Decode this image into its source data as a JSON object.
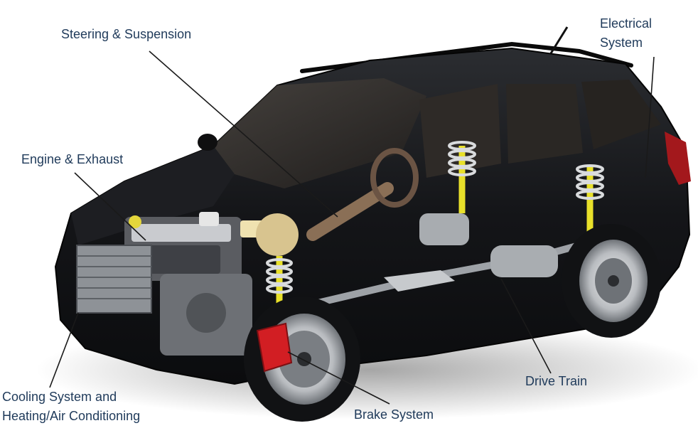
{
  "labels": {
    "steering": "Steering & Suspension",
    "electrical": [
      "Electrical",
      "System"
    ],
    "engine": "Engine & Exhaust",
    "cooling": [
      "Cooling System and",
      "Heating/Air Conditioning"
    ],
    "brake": "Brake System",
    "drive": "Drive Train"
  },
  "colors": {
    "label_text": "#1f3a5a",
    "leader_line": "#1a1a1a",
    "car_body": "#17181b",
    "brake_caliper": "#d21e23",
    "spring": "#e8e02a"
  }
}
